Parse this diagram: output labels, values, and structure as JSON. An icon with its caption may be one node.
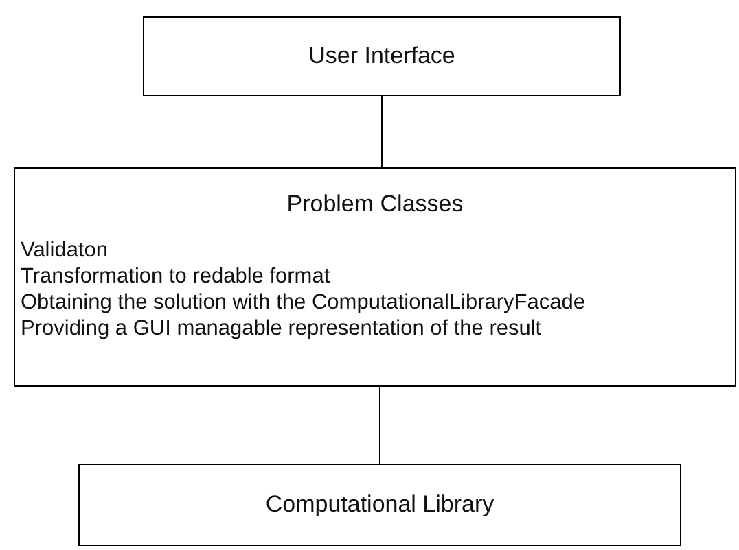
{
  "diagram": {
    "nodes": [
      {
        "text": [
          "User Interface"
        ]
      },
      {
        "text": [
          "Problem Classes",
          "Validaton",
          "Transformation to redable format",
          "Obtaining the solution with the ComputationalLibraryFacade",
          "Providing a GUI managable representation of the result"
        ]
      },
      {
        "text": [
          "Computational Library"
        ]
      }
    ],
    "edges": [
      {
        "from": 0,
        "to": 1,
        "arrow": "none"
      },
      {
        "from": 1,
        "to": 2,
        "arrow": "none"
      }
    ]
  }
}
